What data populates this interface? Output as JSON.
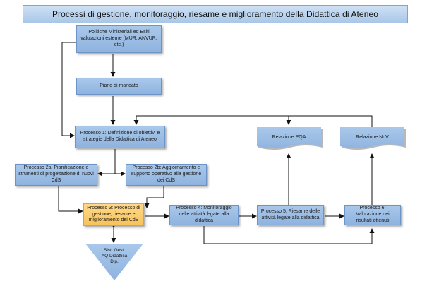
{
  "title": "Processi di gestione, monitoraggio, riesame e miglioramento della Didattica di Ateneo",
  "boxes": {
    "politiche": "Politiche Ministeriali ed Esiti valutazioni esterne (MUR, ANVUR, etc.)",
    "piano": "Piano di mandato",
    "processo1": "Processo 1: Definizione di obiettivi e strategie della Didattica di Ateneo",
    "processo2a": "Processo 2a: Pianificazione e strumenti di progettazione di nuovi CdS",
    "processo2b": "Processo 2b: Aggiornamento e supporto operativo alla gestione dei CdS",
    "processo3": "Processo 3: Processo di gestione, riesame e miglioramento del CdS",
    "processo4": "Processo 4: Monitoraggio delle attività legate alla didattica",
    "processo5": "Processo 5: Riesame delle attività legate alla didattica",
    "processo6": "Processo 6: Valutazione dei risultati ottenuti",
    "relazione_pqa": "Relazione PQA",
    "relazione_ndv": "Relazione NdV",
    "sist_gest": "Sist. Gest. AQ Didattica Dip."
  },
  "colors": {
    "box_fill": "#9bbde6",
    "box_border": "#6d94c6",
    "highlight_fill": "#f8c965",
    "arrow": "#111111"
  }
}
